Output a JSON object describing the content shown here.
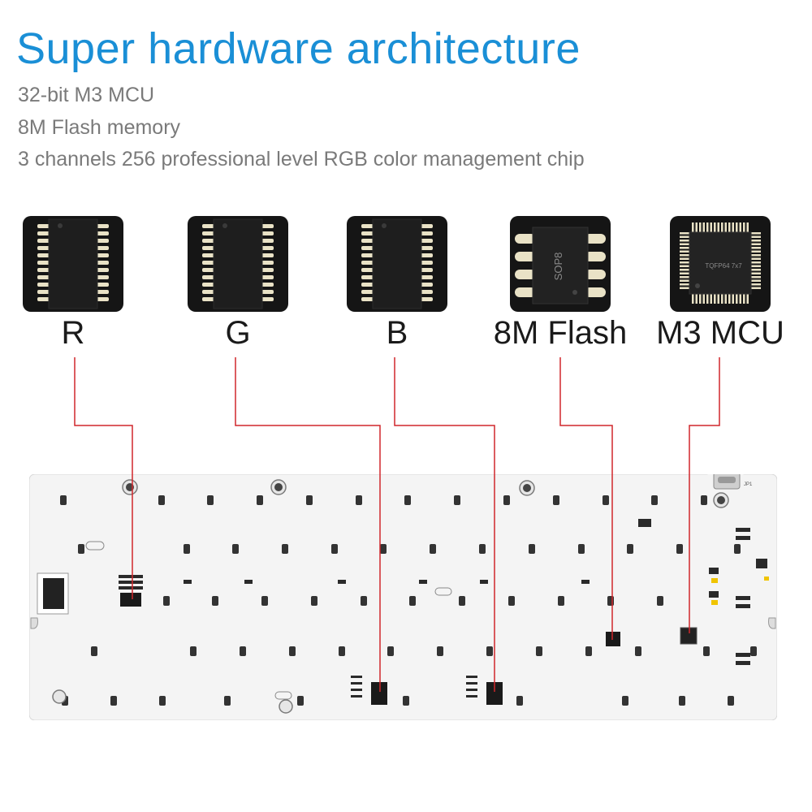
{
  "header": {
    "title": "Super hardware architecture",
    "features": [
      "32-bit M3 MCU",
      "8M Flash memory",
      "3 channels 256 professional level RGB color management chip"
    ]
  },
  "chips": [
    {
      "label": "R",
      "package": "tssop"
    },
    {
      "label": "G",
      "package": "tssop"
    },
    {
      "label": "B",
      "package": "tssop"
    },
    {
      "label": "8M Flash",
      "package": "sop8",
      "marking": "SOP8"
    },
    {
      "label": "M3 MCU",
      "package": "tqfp",
      "marking": "TQFP64 7x7"
    }
  ],
  "colors": {
    "title": "#1a8fd6",
    "feature_text": "#7a7a7a",
    "connector_line": "#d0262b",
    "chip_body": "#151515",
    "pins": "#e9e2c6",
    "pcb": "#f4f4f4"
  },
  "pcb": {
    "jp_label": "JP1"
  }
}
